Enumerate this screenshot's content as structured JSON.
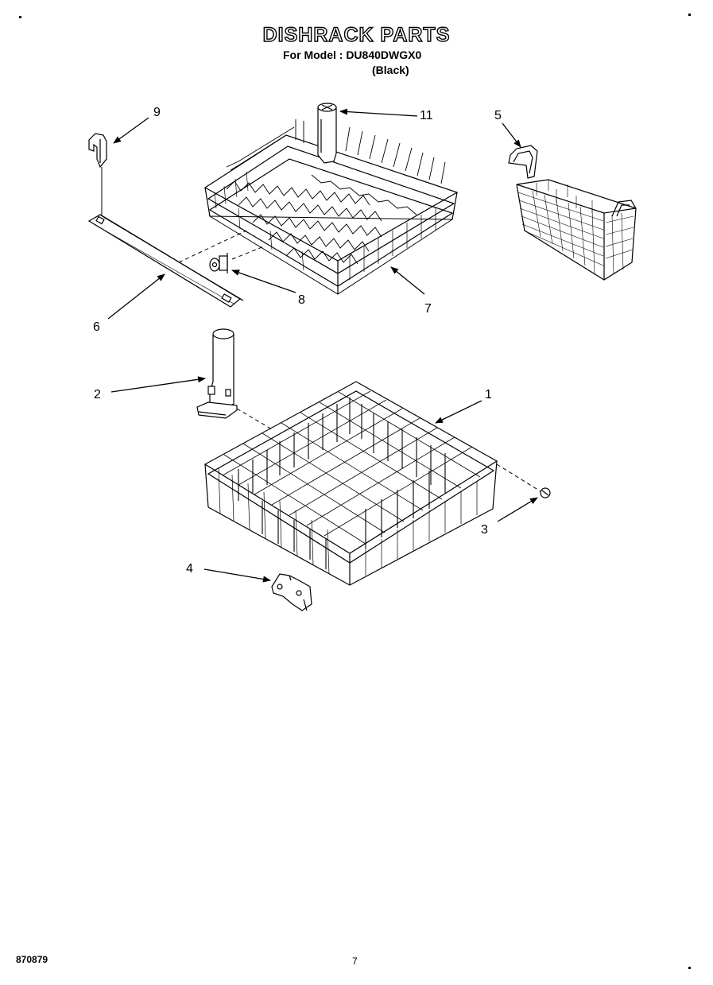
{
  "header": {
    "title": "DISHRACK PARTS",
    "model_line": "For Model : DU840DWGX0",
    "variant": "(Black)"
  },
  "callouts": [
    "1",
    "2",
    "3",
    "4",
    "5",
    "6",
    "7",
    "8",
    "9",
    "11"
  ],
  "footer": {
    "doc_code": "870879",
    "page": "7"
  }
}
